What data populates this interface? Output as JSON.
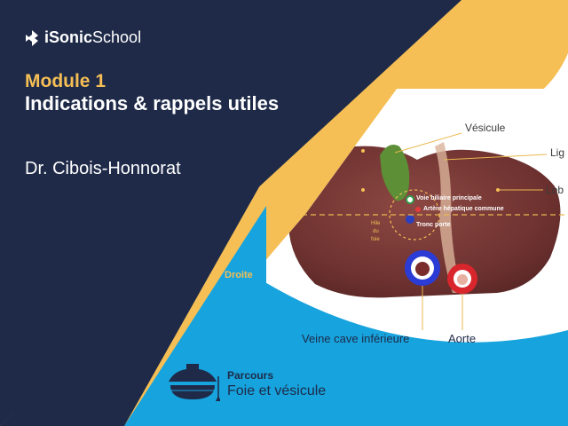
{
  "brand": {
    "name_prefix": "i",
    "name_bold": "Sonic",
    "name_regular": "School"
  },
  "course": {
    "module_label": "Module 1",
    "title": "Indications & rappels utiles",
    "author": "Dr. Cibois-Honnorat"
  },
  "diagram": {
    "labels": {
      "vesicule": "Vésicule",
      "lig": "Lig",
      "lobe": "Lob",
      "voie_biliaire": "Voie biliaire principale",
      "artere": "Artère hépatique commune",
      "tronc": "Tronc porte",
      "hile_line1": "Hile",
      "hile_line2": "du",
      "hile_line3": "foie",
      "droite": "Droite",
      "veine_cave": "Veine cave inférieure",
      "aorte": "Aorte"
    }
  },
  "footer": {
    "parcours_label": "Parcours",
    "parcours_title": "Foie et vésicule"
  },
  "colors": {
    "navy": "#1e2a48",
    "yellow": "#f6bf55",
    "blue": "#17a3dd",
    "liver": "#7a3a37",
    "gallbladder": "#5d8f36",
    "label_line": "#e9b84f"
  }
}
